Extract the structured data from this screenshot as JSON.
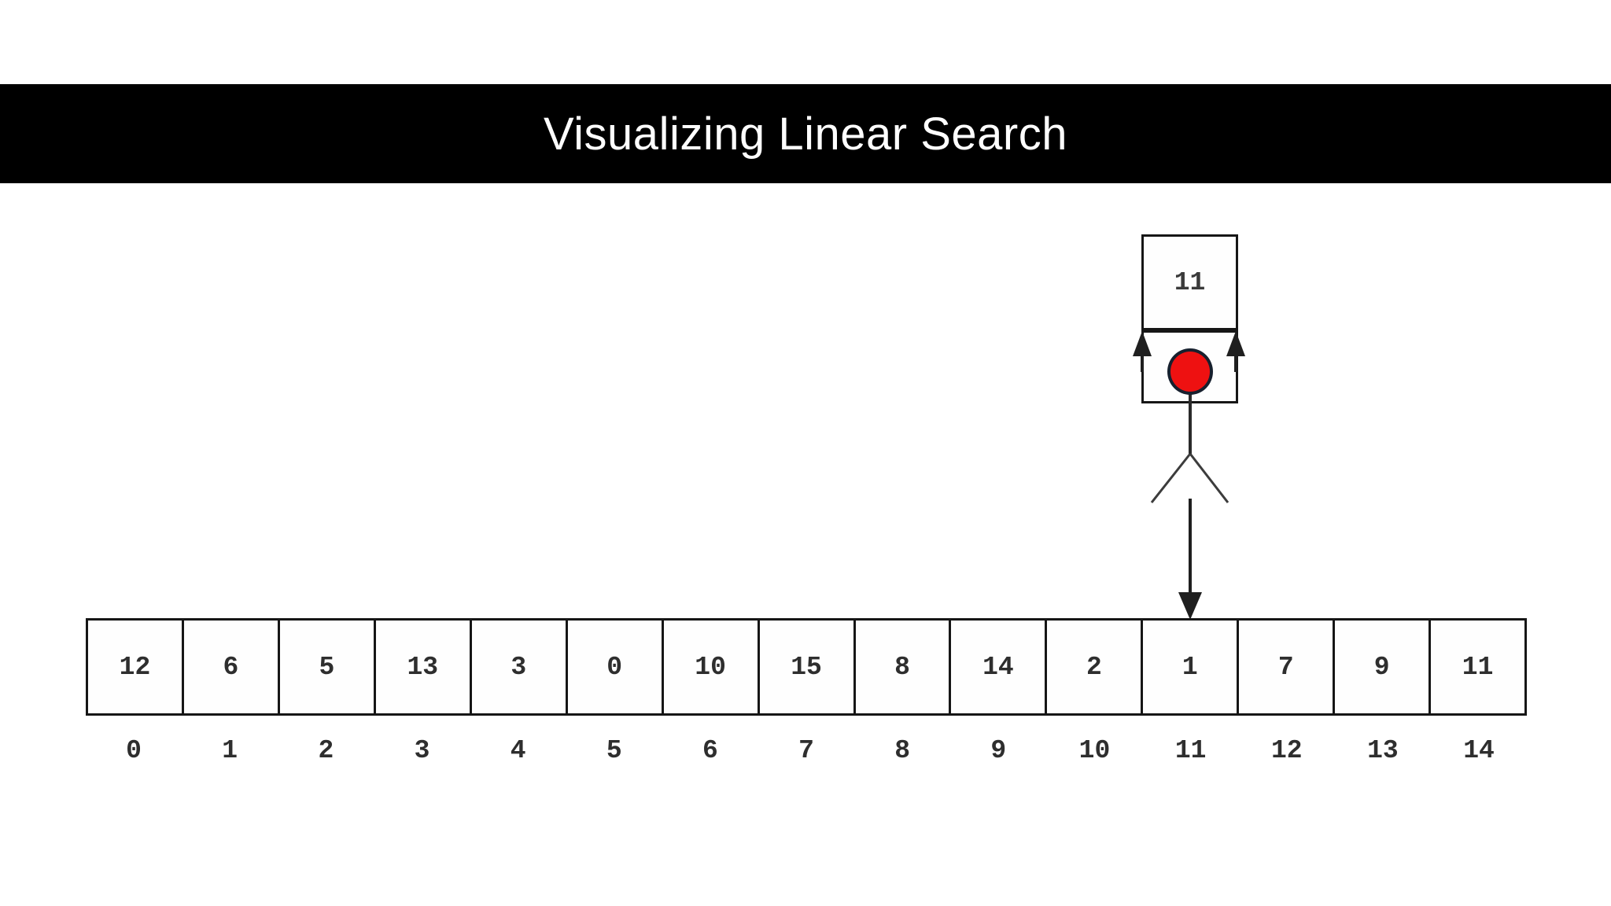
{
  "title": "Visualizing Linear Search",
  "search_target": {
    "value": "11",
    "description": "value held by the searcher figure"
  },
  "figure": {
    "head_color": "#ee1111",
    "head_border_color": "#17202e",
    "pointed_index": 11
  },
  "array": {
    "values": [
      "12",
      "6",
      "5",
      "13",
      "3",
      "0",
      "10",
      "15",
      "8",
      "14",
      "2",
      "1",
      "7",
      "9",
      "11"
    ],
    "indices": [
      "0",
      "1",
      "2",
      "3",
      "4",
      "5",
      "6",
      "7",
      "8",
      "9",
      "10",
      "11",
      "12",
      "13",
      "14"
    ]
  },
  "colors": {
    "banner_bg": "#000000",
    "banner_text": "#ffffff",
    "box_border": "#161616",
    "line": "#1f1f1f",
    "background": "#ffffff"
  }
}
